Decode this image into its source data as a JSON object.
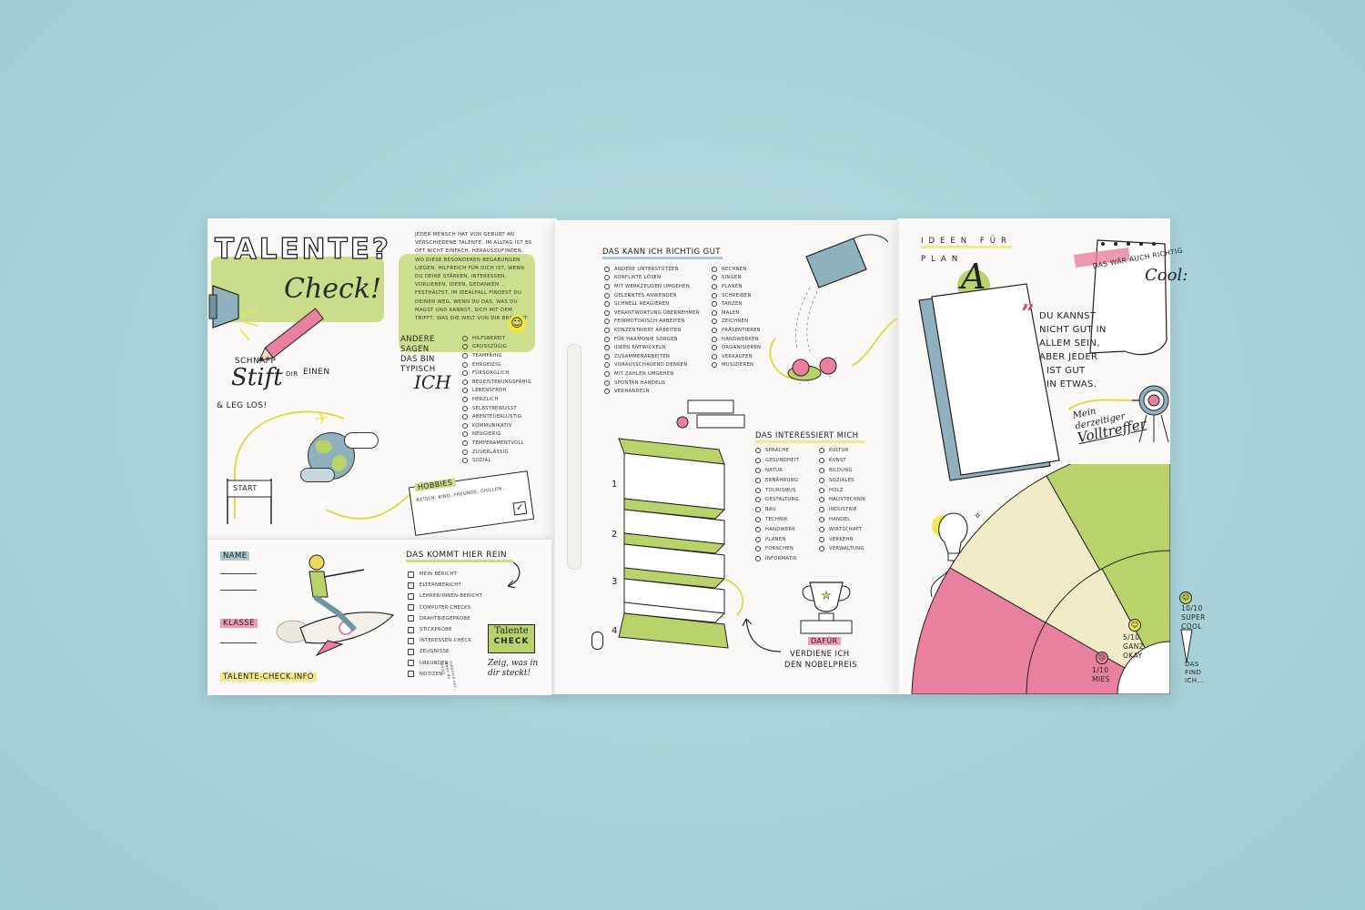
{
  "left": {
    "title": "TALENTE?",
    "title_sub": "Check!",
    "intro": "Jeder Mensch hat von Geburt an verschiedene Talente. Im Alltag ist es oft nicht einfach, herauszufinden, wo diese besonderen Begabungen liegen. Hilfreich für dich ist, wenn du deine Stärken, Interessen, Vorlieben, Ideen, Gedanken ... festhältst. Im Idealfall findest du deinen Weg, wenn du das, was du magst und kannst, sich mit dem trifft, was die Welt von dir braucht.",
    "schnapp": [
      "SCHNAPP",
      "DIR",
      "EINEN",
      "Stift",
      "& LEG LOS!"
    ],
    "andere_heading": [
      "ANDERE",
      "SAGEN",
      "DAS BIN",
      "TYPISCH",
      "ICH"
    ],
    "andere_items": [
      "Hilfsbereit",
      "Grosszügig",
      "Teamfähig",
      "Ehrgeizig",
      "Fürsorglich",
      "Begeisterungsfähig",
      "Lebensfroh",
      "Herzlich",
      "Selbstbewusst",
      "Abenteuerlustig",
      "Kommunikativ",
      "Neugierig",
      "Temperamentvoll",
      "Zuverlässig",
      "Sozial"
    ],
    "start_label": "START",
    "hobbies_label": "HOBBIES",
    "hobbies_hint": "REISEN, KINO, FREUNDE, CHILLEN..."
  },
  "pocket": {
    "name_label": "NAME",
    "klasse_label": "KLASSE",
    "website": "TALENTE-CHECK.INFO",
    "kommt_heading": "DAS KOMMT HIER REIN",
    "kommt_items": [
      "Mein Bericht",
      "Elternbericht",
      "Lehrer/innen-Bericht",
      "Computer-Checks",
      "Drahtbiegeprobe",
      "Stickprobe",
      "Interessen-Check",
      "Zeugnisse",
      "Urkunden",
      "Notizen"
    ],
    "side_note": "natürlich nur wenn du willst!",
    "badge_line1": "Talente",
    "badge_line2": "CHECK",
    "badge_slogan": "Zeig, was in dir steckt!"
  },
  "middle": {
    "kann_heading": "DAS KANN ICH RICHTIG GUT",
    "kann_col1": [
      "Andere unterstützen",
      "Konflikte lösen",
      "Mit Werkzeugen umgehen",
      "Gelerntes anwenden",
      "Schnell reagieren",
      "Verantwortung übernehmen",
      "Feinmotorisch arbeiten",
      "Konzentriert arbeiten",
      "Für Harmonie sorgen",
      "Ideen entwickeln",
      "Zusammenarbeiten",
      "Vorausschauend denken",
      "Mit Zahlen umgehen",
      "Spontan handeln",
      "Verhandeln"
    ],
    "kann_col2": [
      "Rechnen",
      "Singen",
      "Planen",
      "Schreiben",
      "Tanzen",
      "Malen",
      "Zeichnen",
      "Präsentieren",
      "Handwerken",
      "Organisieren",
      "Verkaufen",
      "Musizieren"
    ],
    "interessiert_heading": "DAS INTERESSIERT MICH",
    "int_col1": [
      "Sprache",
      "Gesundheit",
      "Natur",
      "Ernährung",
      "Tourismus",
      "Gestaltung",
      "Bau",
      "Technik",
      "Handwerk",
      "Planen",
      "Forschen",
      "Informatik"
    ],
    "int_col2": [
      "Kultur",
      "Kunst",
      "Bildung",
      "Soziales",
      "Holz",
      "Haustechnik",
      "Industrie",
      "Handel",
      "Wirtschaft",
      "Verkehr",
      "Verwaltung"
    ],
    "steps": [
      "1",
      "2",
      "3",
      "4"
    ],
    "dafuer_label": "DAFÜR",
    "nobel_line1": "VERDIENE ICH",
    "nobel_line2": "DEN NOBELPREIS"
  },
  "right": {
    "ideen_heading": [
      "IDEEN FÜR",
      "PLAN"
    ],
    "plan_letter": "A",
    "note_line1": "DAS WÄR AUCH RICHTIG",
    "note_line2": "Cool:",
    "quote_mark": "”",
    "quote": [
      "DU KANNST",
      "NICHT GUT IN",
      "ALLEM SEIN,",
      "ABER JEDER",
      "IST GUT",
      "IN ETWAS."
    ],
    "volltreffer": [
      "Mein",
      "derzeitiger",
      "Volltreffer"
    ],
    "scale": [
      {
        "value": "10/10",
        "label1": "SUPER",
        "label2": "COOL"
      },
      {
        "value": "5/10",
        "label1": "GANZ",
        "label2": "OKAY"
      },
      {
        "value": "1/10",
        "label1": "MIES",
        "label2": ""
      }
    ],
    "find_label": [
      "DAS",
      "FIND",
      "ICH..."
    ],
    "colors": {
      "green": "#b9d36a",
      "cream": "#f1ebc8",
      "pink": "#e9809f",
      "blue": "#8fb0bd",
      "yellow": "#f0e55a"
    }
  }
}
